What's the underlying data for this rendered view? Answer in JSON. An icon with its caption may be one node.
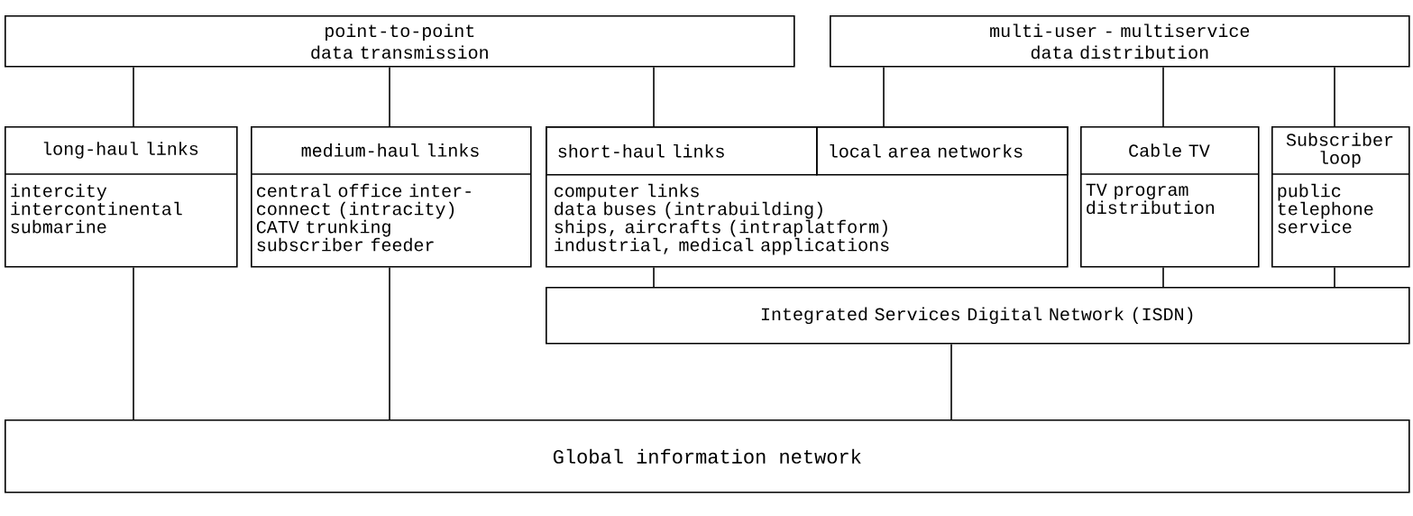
{
  "diagram": {
    "nodes": [
      {
        "text": [
          "point-to-point",
          "data transmission"
        ]
      },
      {
        "text": [
          "multi-user - multiservice",
          "data distribution"
        ]
      },
      {
        "text": [
          "long-haul links",
          "intercity",
          "intercontinental",
          "submarine"
        ]
      },
      {
        "text": [
          "medium-haul links",
          "central office inter- connect (intracity)",
          "CATV trunking",
          "subscriber feeder"
        ]
      },
      {
        "text": [
          "computer links",
          "data buses (intrabuilding)",
          "ships, aircrafts (intraplatform)",
          "industrial, medical applications"
        ]
      },
      {
        "text": [
          "short-haul links"
        ],
        "in": 4
      },
      {
        "text": [
          "local area networks"
        ],
        "in": 4
      },
      {
        "text": [
          "Cable TV",
          "TV program distribution"
        ]
      },
      {
        "text": [
          "Subscriber loop",
          "public telephone service"
        ]
      },
      {
        "text": [
          "Integrated Services Digital Network (ISDN)"
        ]
      },
      {
        "text": [
          "Global information network"
        ]
      }
    ],
    "edges": [
      {
        "from": 0,
        "to": 2,
        "arrow": "none"
      },
      {
        "from": 0,
        "to": 3,
        "arrow": "none"
      },
      {
        "from": 0,
        "to": 5,
        "arrow": "none"
      },
      {
        "from": 1,
        "to": 6,
        "arrow": "none"
      },
      {
        "from": 1,
        "to": 7,
        "arrow": "none"
      },
      {
        "from": 1,
        "to": 8,
        "arrow": "none"
      },
      {
        "from": 2,
        "to": 10,
        "arrow": "none"
      },
      {
        "from": 3,
        "to": 10,
        "arrow": "none"
      },
      {
        "from": 4,
        "to": 9,
        "arrow": "none"
      },
      {
        "from": 7,
        "to": 9,
        "arrow": "none"
      },
      {
        "from": 8,
        "to": 9,
        "arrow": "none"
      },
      {
        "from": 9,
        "to": 10,
        "arrow": "none"
      }
    ]
  }
}
